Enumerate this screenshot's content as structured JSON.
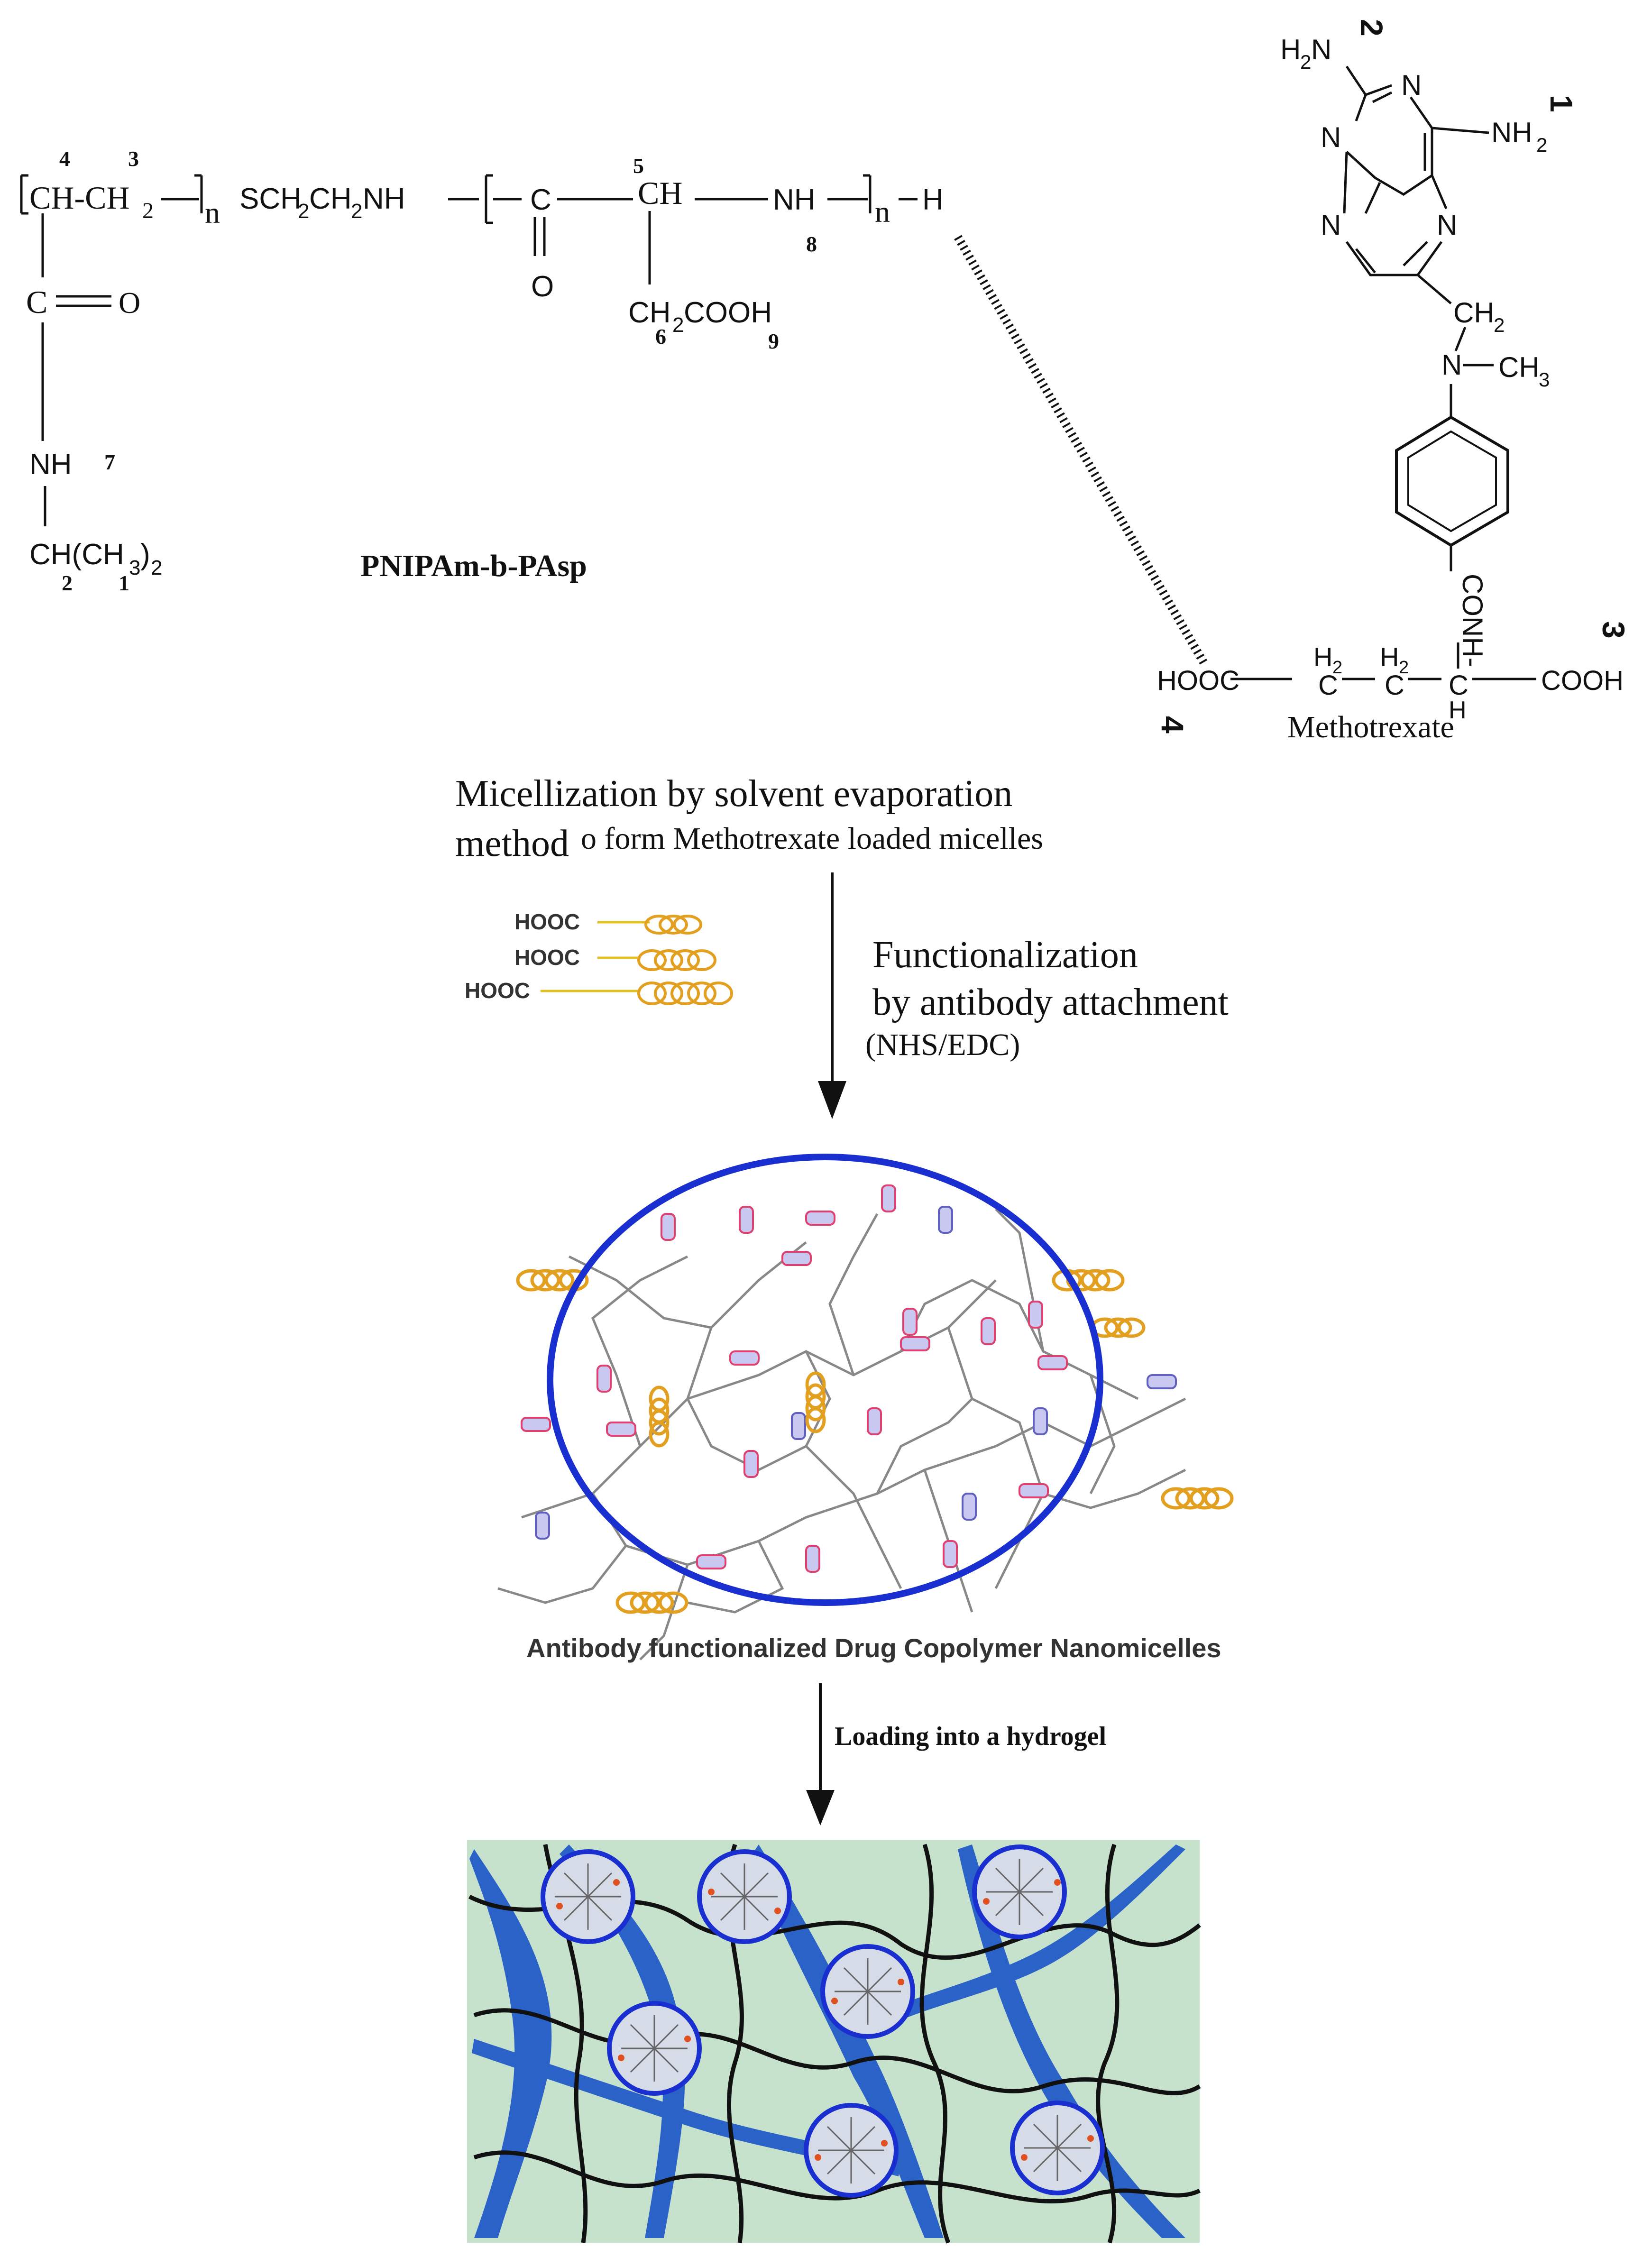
{
  "polymer": {
    "main_chain": {
      "bracket_unit_1": "CH-CH",
      "subscript_2": "2",
      "n1": "n",
      "linker": "SCH",
      "linker_sub1": "2",
      "linker_mid": "CH",
      "linker_sub2": "2",
      "linker_end": "NH",
      "carbonyl_c": "C",
      "alpha_ch": "CH",
      "amide_nh": "NH",
      "n2": "n",
      "terminal_h": "H"
    },
    "carbonyl_o": "O",
    "side_chain_left": {
      "c_label": "C",
      "o_label": "O",
      "nh_label": "NH",
      "isopropyl": "CH(CH",
      "iso_sub": "3",
      "iso_close": ")",
      "iso_sub2": "2"
    },
    "side_chain_right": {
      "ch2": "CH",
      "ch2_sub": "2",
      "cooh": "COOH"
    },
    "numbers": {
      "n4": "4",
      "n3": "3",
      "n5": "5",
      "n8": "8",
      "n6": "6",
      "n9": "9",
      "n7": "7",
      "n2": "2",
      "n1": "1"
    },
    "name": "PNIPAm-b-PAsp"
  },
  "methotrexate": {
    "h2n": "H",
    "h2n_sub": "2",
    "h2n_n": "N",
    "nh2": "NH",
    "nh2_sub": "2",
    "ring_n_top": "N",
    "ring_n_left": "N",
    "ring_n_bl": "N",
    "ring_n_br": "N",
    "ch2": "CH",
    "ch2_sub": "2",
    "n_methyl": "N",
    "ch3": "CH",
    "ch3_sub": "3",
    "conh": "CONH-",
    "hooc": "HOOC",
    "h2a": "H",
    "h2a_sub": "2",
    "h2b": "H",
    "h2b_sub": "2",
    "c1": "C",
    "c2": "C",
    "c3": "C",
    "h": "H",
    "cooh": "COOH",
    "name": "Methotrexate",
    "numbers": {
      "n2": "2",
      "n1": "1",
      "n3": "3",
      "n4": "4"
    }
  },
  "steps": {
    "micellization_line1": "Micellization by  solvent evaporation",
    "micellization_line2a": "method",
    "micellization_line2b": "o form Methotrexate loaded micelles",
    "functionalization_line1": "Functionalization",
    "functionalization_line2": "by antibody attachment",
    "functionalization_line3": "(NHS/EDC)",
    "hooc_labels": [
      "HOOC",
      "HOOC",
      "HOOC"
    ],
    "micelle_caption": "Antibody functionalized Drug Copolymer Nanomicelles",
    "loading_caption": "Loading into a hydrogel"
  },
  "colors": {
    "micelle_outline": "#1a2fd0",
    "antibody_orange": "#e3a020",
    "hydrogel_bg": "#c6e2cc",
    "fiber_blue": "#2a62c8"
  }
}
